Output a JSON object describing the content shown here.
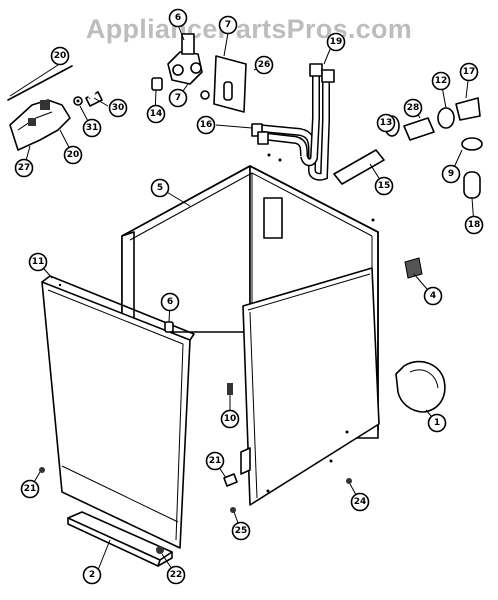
{
  "watermark": "AppliancePartsPros.com",
  "callouts": [
    {
      "id": "c6a",
      "label": "6"
    },
    {
      "id": "c20a",
      "label": "20"
    },
    {
      "id": "c7a",
      "label": "7"
    },
    {
      "id": "c30",
      "label": "30"
    },
    {
      "id": "c31",
      "label": "31"
    },
    {
      "id": "c14",
      "label": "14"
    },
    {
      "id": "c7b",
      "label": "7"
    },
    {
      "id": "c26",
      "label": "26"
    },
    {
      "id": "c19",
      "label": "19"
    },
    {
      "id": "c16",
      "label": "16"
    },
    {
      "id": "c12",
      "label": "12"
    },
    {
      "id": "c17",
      "label": "17"
    },
    {
      "id": "c28",
      "label": "28"
    },
    {
      "id": "c13",
      "label": "13"
    },
    {
      "id": "c27",
      "label": "27"
    },
    {
      "id": "c20b",
      "label": "20"
    },
    {
      "id": "c15",
      "label": "15"
    },
    {
      "id": "c9",
      "label": "9"
    },
    {
      "id": "c18a",
      "label": "18"
    },
    {
      "id": "c5",
      "label": "5"
    },
    {
      "id": "c11",
      "label": "11"
    },
    {
      "id": "c6b",
      "label": "6"
    },
    {
      "id": "c4",
      "label": "4"
    },
    {
      "id": "c10",
      "label": "10"
    },
    {
      "id": "c1",
      "label": "1"
    },
    {
      "id": "c21a",
      "label": "21"
    },
    {
      "id": "c21b",
      "label": "21"
    },
    {
      "id": "c24",
      "label": "24"
    },
    {
      "id": "c25",
      "label": "25"
    },
    {
      "id": "c2",
      "label": "2"
    },
    {
      "id": "c22",
      "label": "22"
    }
  ]
}
